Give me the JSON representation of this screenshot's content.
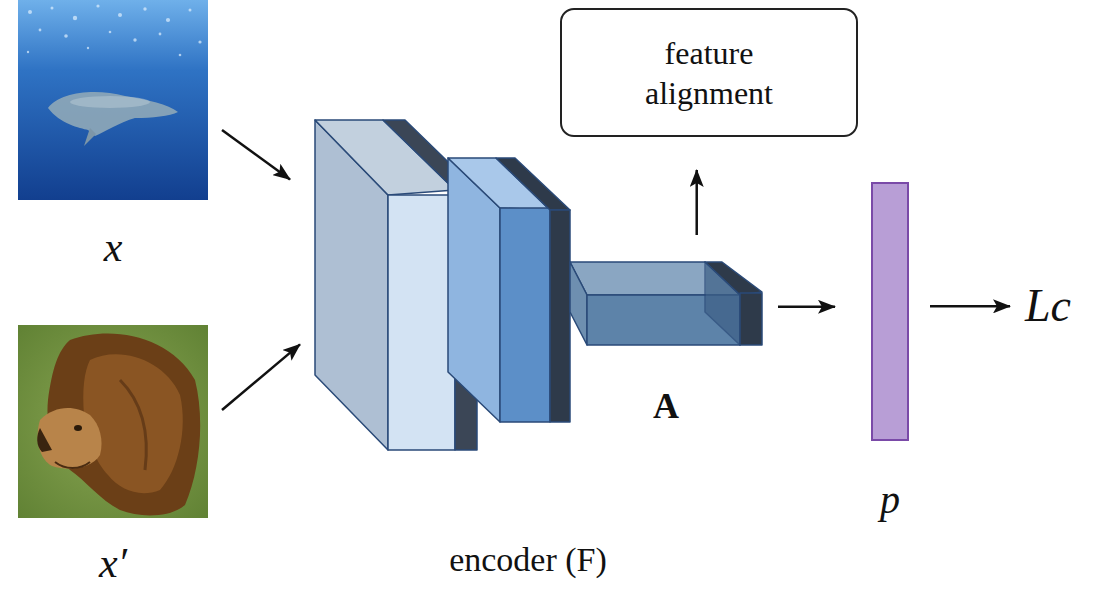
{
  "diagram": {
    "nodes": [
      {
        "text": [
          "x"
        ]
      },
      {
        "text": [
          "x′"
        ]
      },
      {
        "text": [
          "encoder (F)"
        ]
      },
      {
        "text": [
          "A"
        ],
        "in": 2
      },
      {
        "text": [
          "feature alignment"
        ]
      },
      {
        "text": [
          "p"
        ]
      },
      {
        "text": [
          "Lc"
        ]
      }
    ],
    "edges": [
      {
        "from": 0,
        "to": 2,
        "arrow": "to"
      },
      {
        "from": 1,
        "to": 2,
        "arrow": "to"
      },
      {
        "from": 3,
        "to": 4,
        "arrow": "to"
      },
      {
        "from": 3,
        "to": 5,
        "arrow": "to"
      },
      {
        "from": 5,
        "to": 6,
        "arrow": "to"
      }
    ]
  }
}
